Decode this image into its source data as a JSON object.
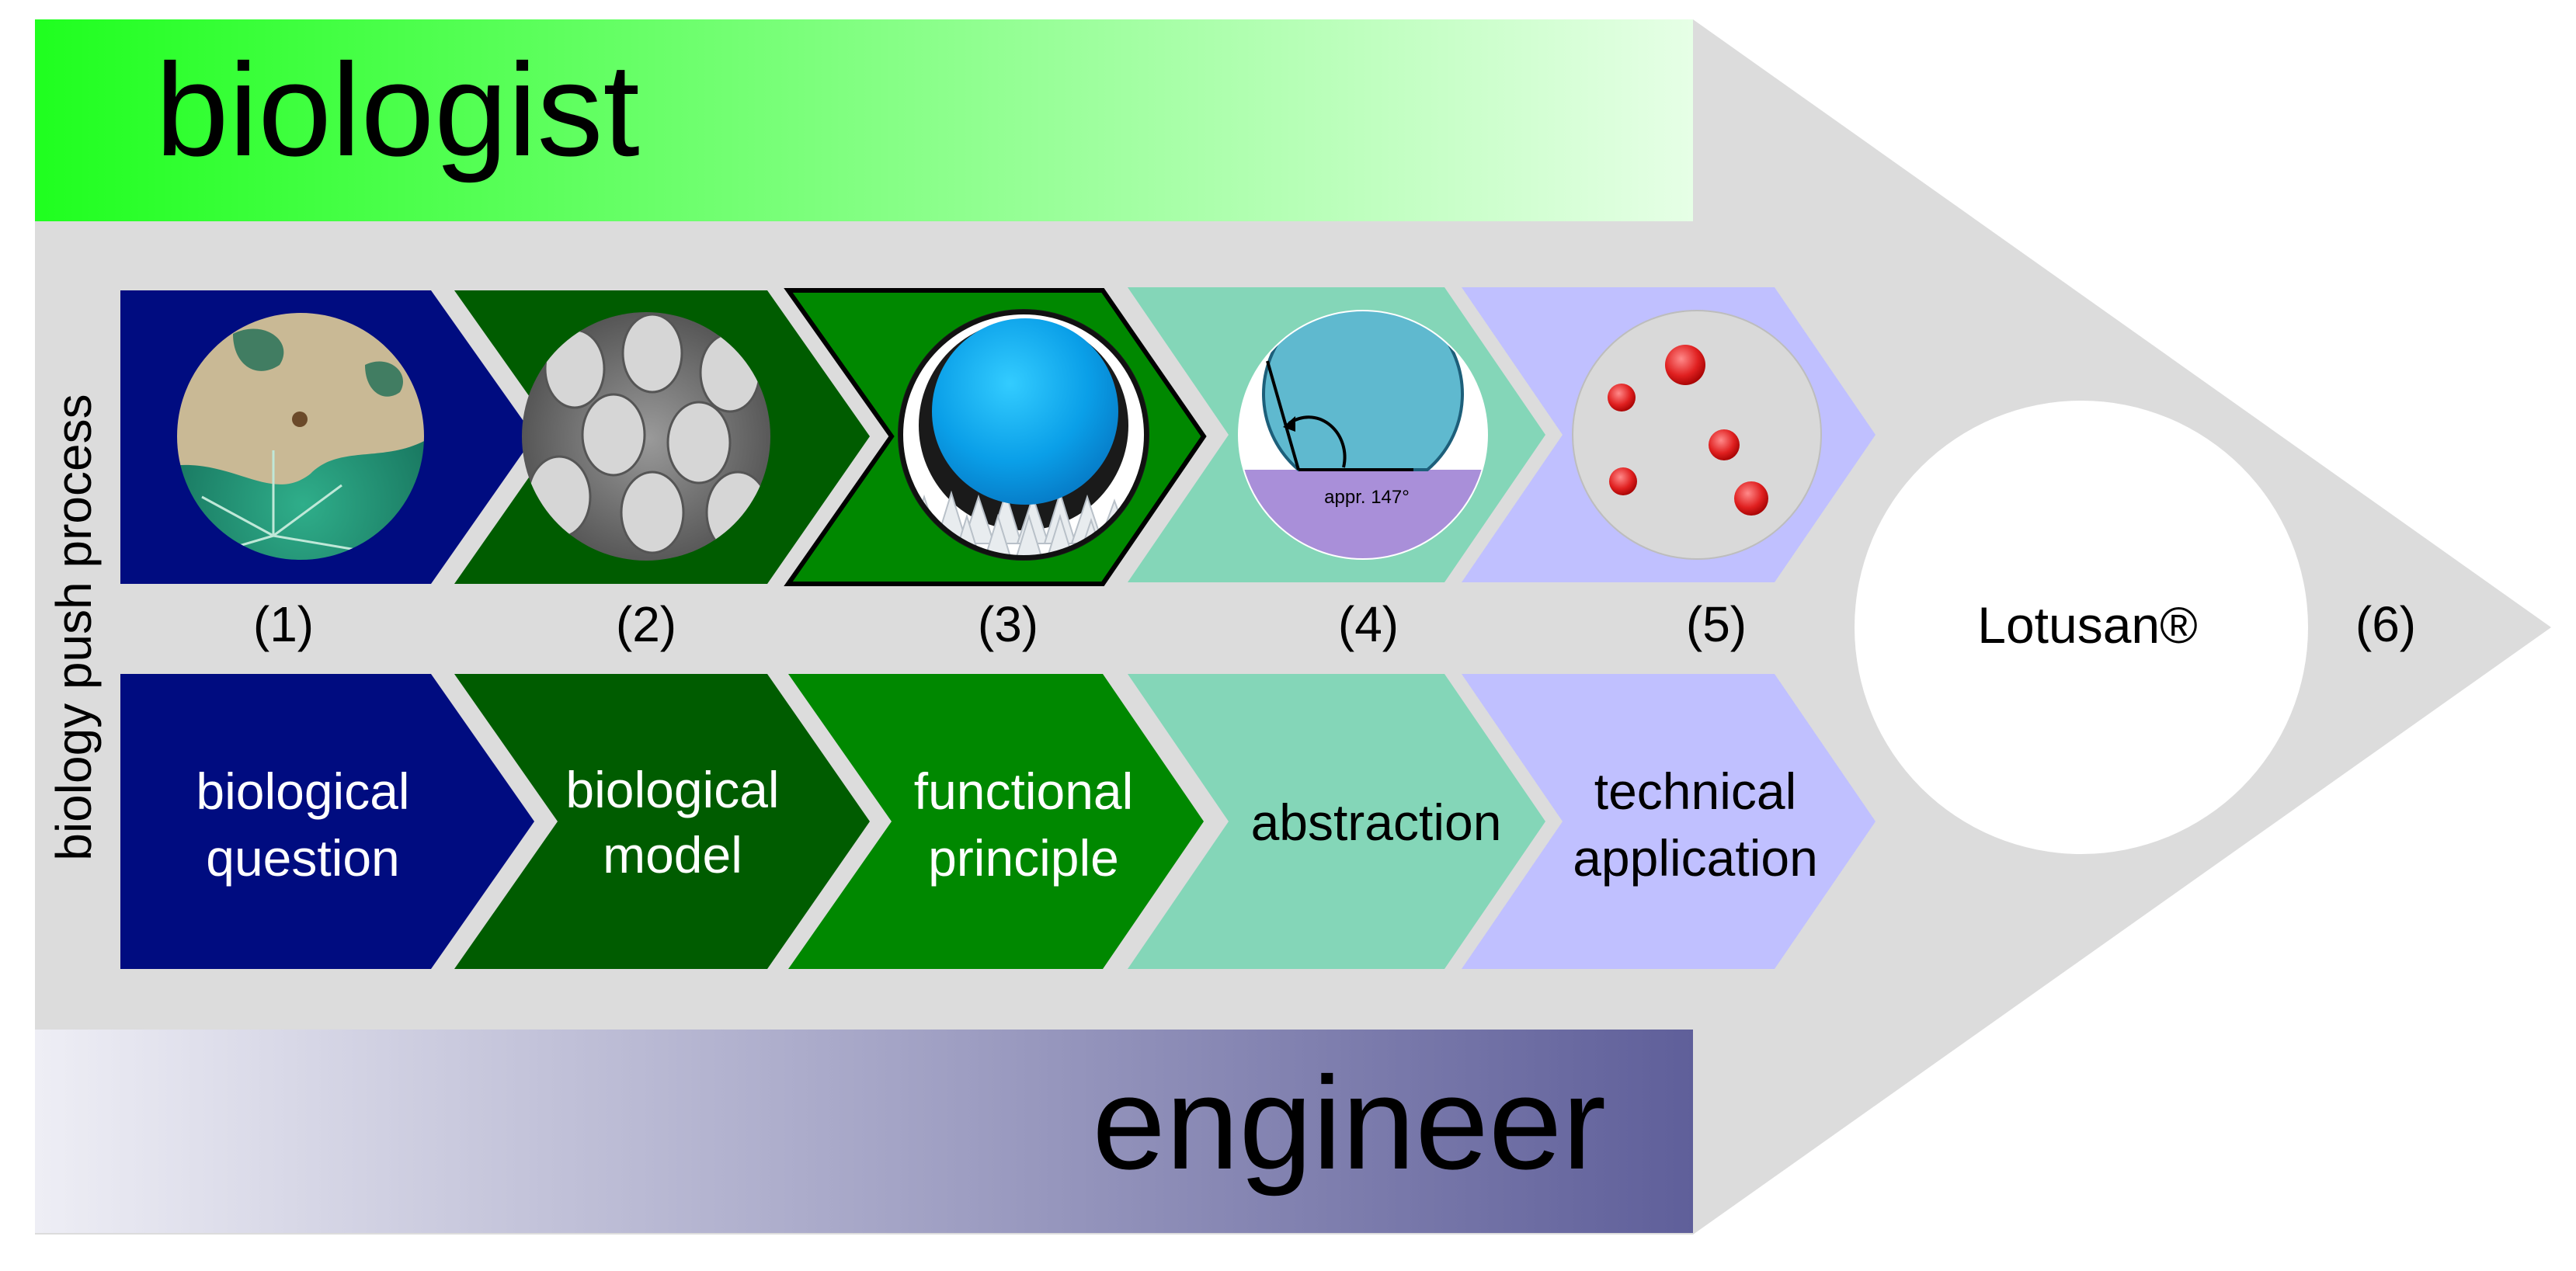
{
  "roles": {
    "top": "biologist",
    "bottom": "engineer"
  },
  "side_label": "biology push process",
  "steps": [
    {
      "number": "(1)",
      "line1": "biological",
      "line2": "question",
      "color": "#000c80",
      "image": "leaf-with-snail"
    },
    {
      "number": "(2)",
      "line1": "biological",
      "line2": "model",
      "color": "#005c00",
      "image": "lotus-microstructure-sem"
    },
    {
      "number": "(3)",
      "line1": "functional",
      "line2": "principle",
      "color": "#008800",
      "image": "water-droplet-on-papillae"
    },
    {
      "number": "(4)",
      "line1": "abstraction",
      "line2": "",
      "color": "#84d6b8",
      "image": "contact-angle-diagram"
    },
    {
      "number": "(5)",
      "line1": "technical",
      "line2": "application",
      "color": "#c0c0ff",
      "image": "red-droplets-on-coating"
    }
  ],
  "contact_angle_label": "appr. 147°",
  "result": {
    "label": "Lotusan®",
    "number": "(6)"
  },
  "colors": {
    "arrow_bg": "#dcdcdc",
    "biologist_grad_start": "#1fff1f",
    "biologist_grad_end": "#e6ffe6",
    "engineer_grad_start": "#eeeef5",
    "engineer_grad_end": "#5f5f9a"
  }
}
